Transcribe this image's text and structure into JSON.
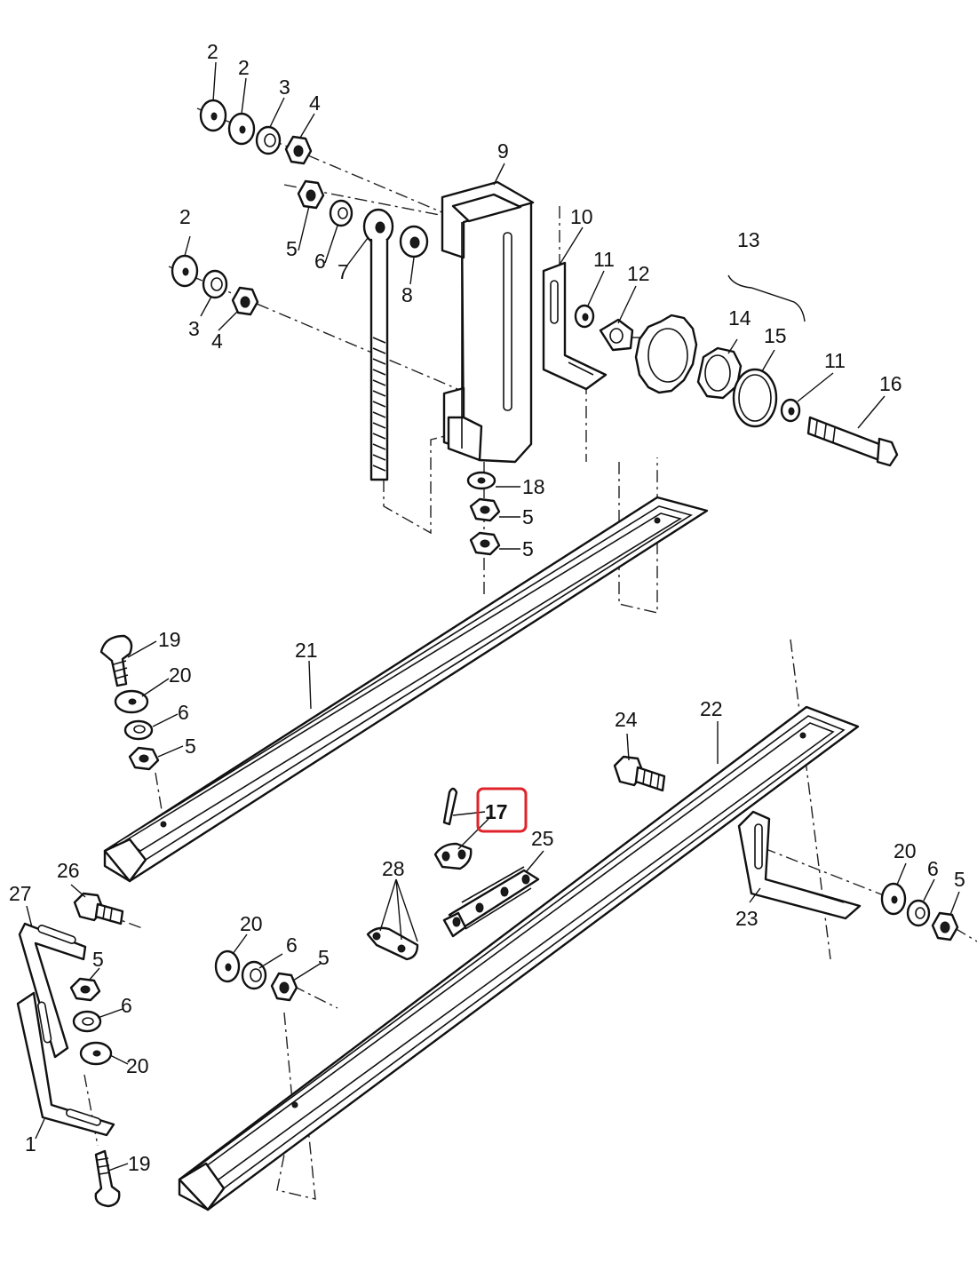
{
  "callouts": {
    "c1": "1",
    "c2": "2",
    "c3": "3",
    "c4": "4",
    "c5": "5",
    "c6": "6",
    "c7": "7",
    "c8": "8",
    "c9": "9",
    "c10": "10",
    "c11": "11",
    "c12": "12",
    "c13": "13",
    "c14": "14",
    "c15": "15",
    "c16": "16",
    "c17": "17",
    "c18": "18",
    "c19": "19",
    "c20": "20",
    "c21": "21",
    "c22": "22",
    "c23": "23",
    "c24": "24",
    "c25": "25",
    "c26": "26",
    "c27": "27",
    "c28": "28"
  },
  "highlight": {
    "part": "17",
    "color": "#e0232a"
  }
}
